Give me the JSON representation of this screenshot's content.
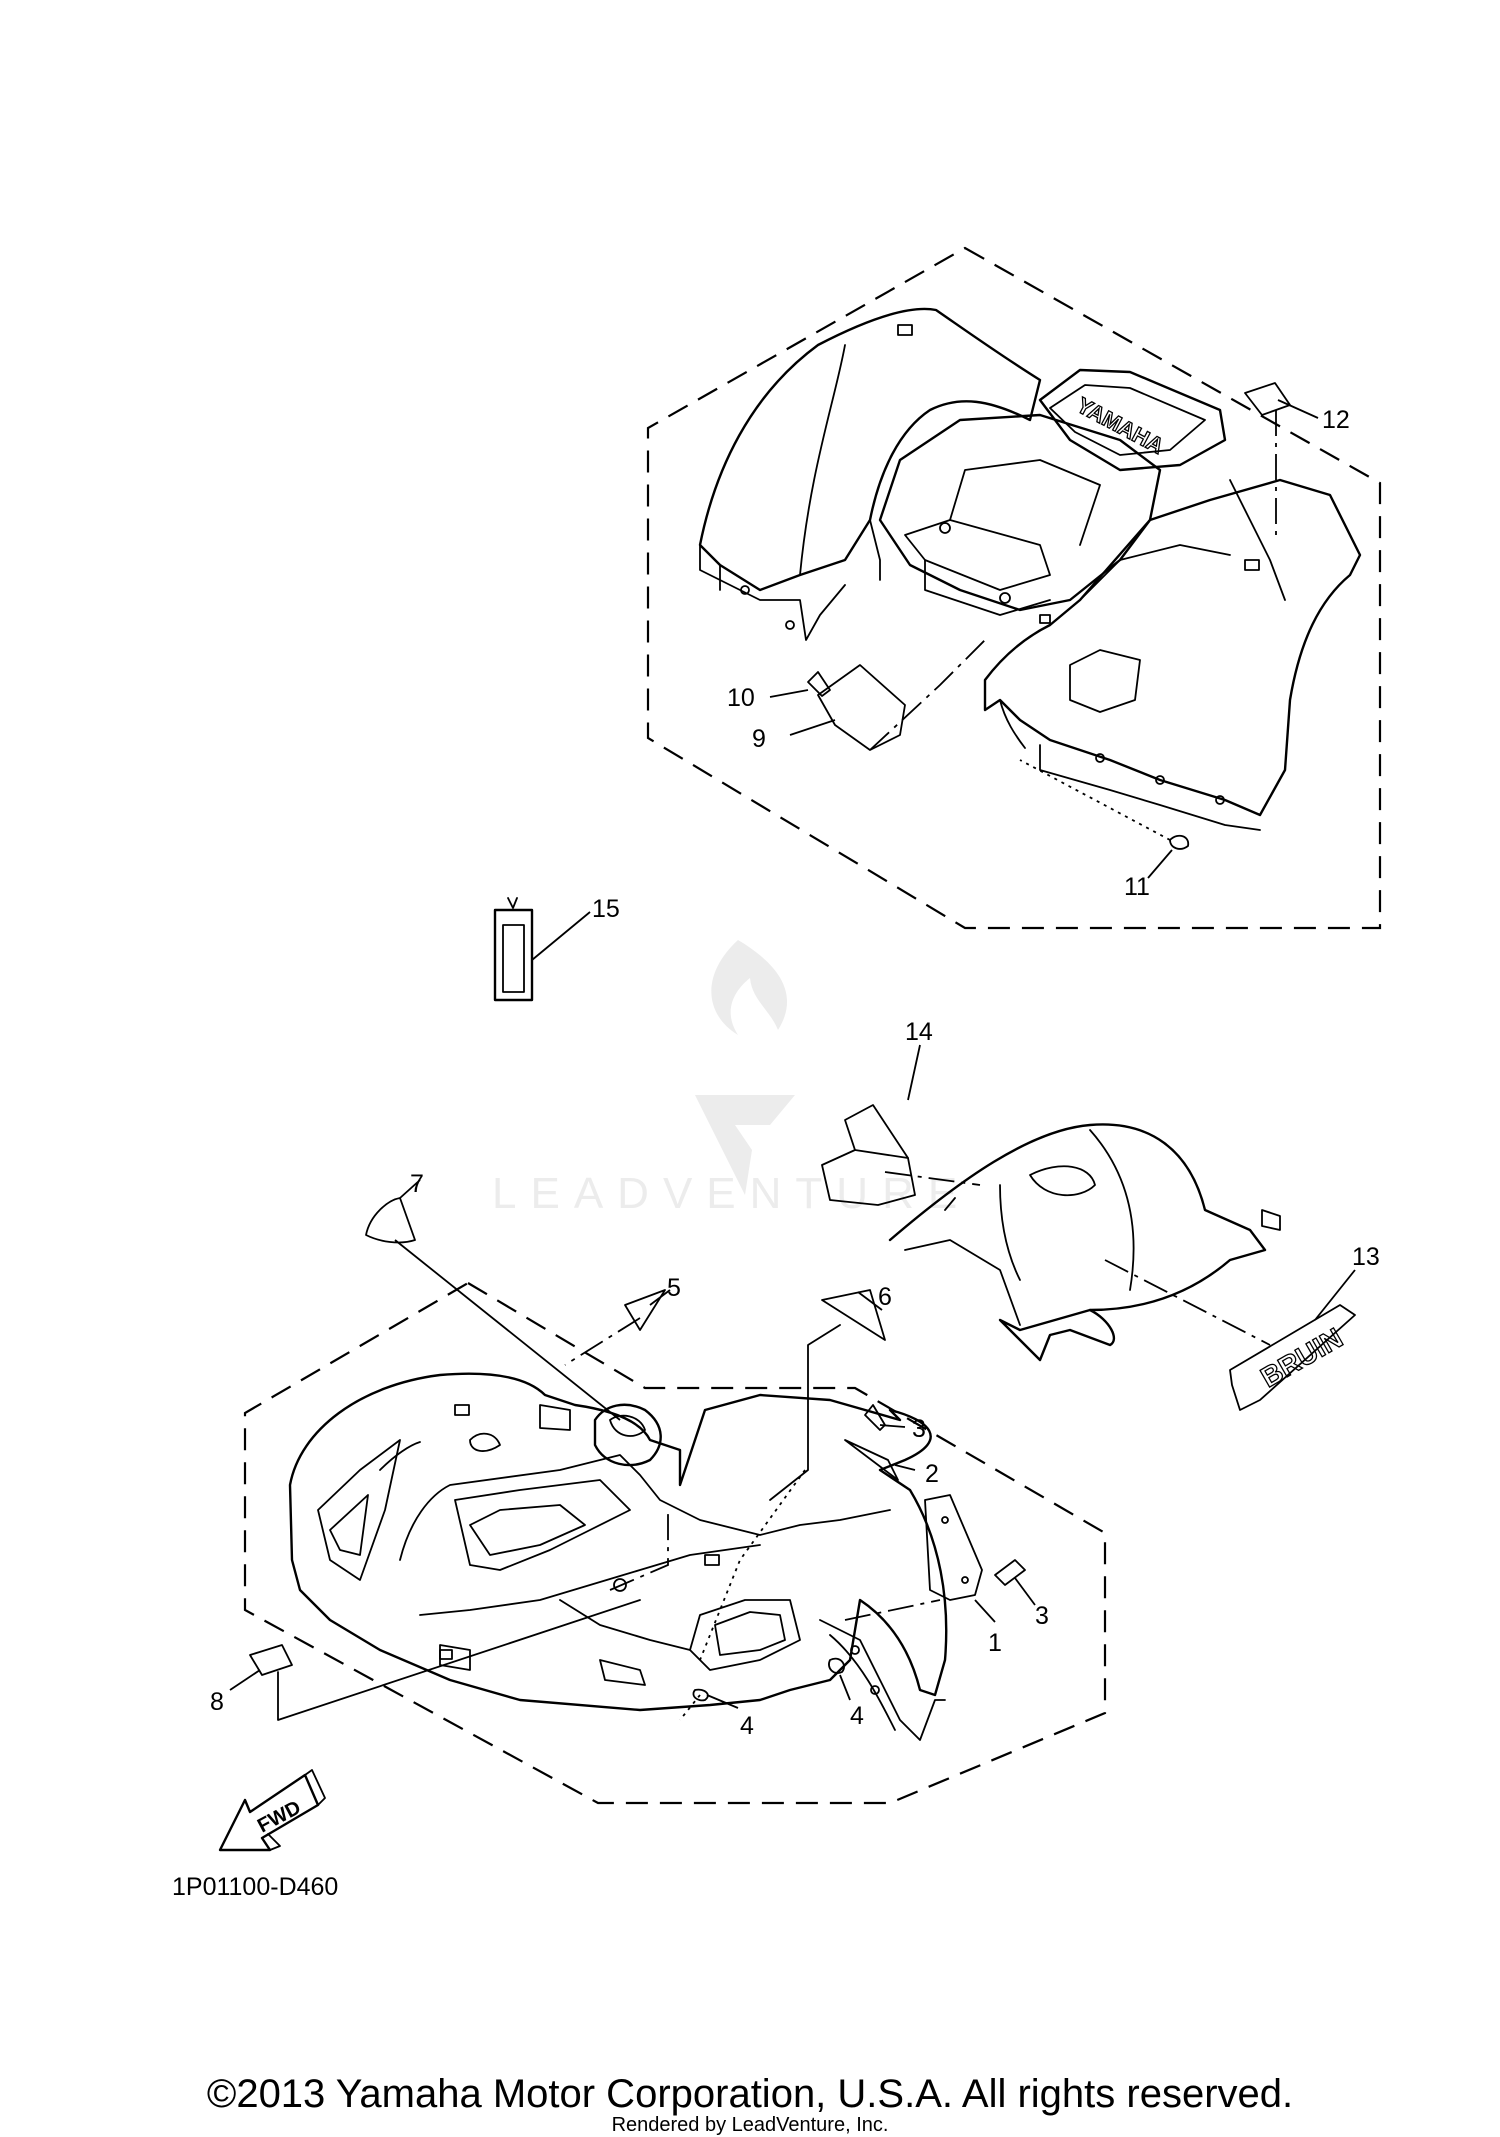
{
  "diagram": {
    "code": "1P01100-D460",
    "fwd_label": "FWD",
    "callouts": [
      "1",
      "2",
      "3",
      "3",
      "4",
      "4",
      "5",
      "6",
      "7",
      "8",
      "9",
      "10",
      "11",
      "12",
      "13",
      "14",
      "15"
    ],
    "rear_fender_decal_text": "YAMAHA",
    "side_decal_text": "BRUIN",
    "watermark_text": "LEADVENTURE"
  },
  "footer": {
    "copyright": "©2013 Yamaha Motor Corporation, U.S.A. All rights reserved.",
    "rendered_by": "Rendered by LeadVenture, Inc."
  }
}
